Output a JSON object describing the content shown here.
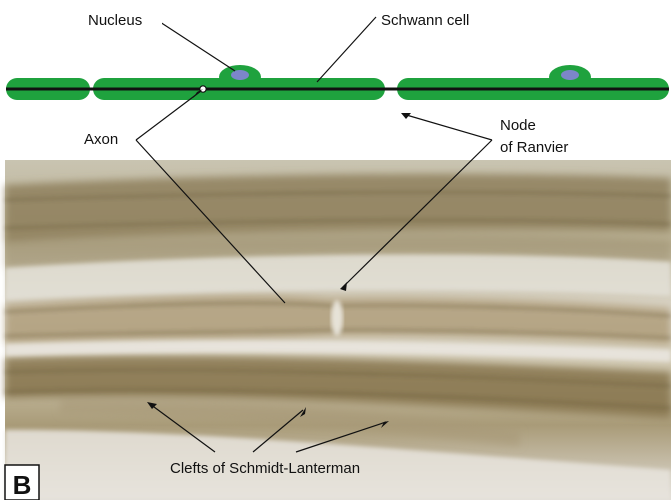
{
  "panel_label": "B",
  "labels": {
    "nucleus": "Nucleus",
    "schwann_cell": "Schwann cell",
    "axon": "Axon",
    "node_line1": "Node",
    "node_line2": "of Ranvier",
    "clefts": "Clefts of Schmidt-Lanterman"
  },
  "colors": {
    "schwann_green": "#1fa23e",
    "axon_black": "#111111",
    "nucleus_purple": "#7c86c9",
    "micrograph_base": "#cfcbbd",
    "fiber_brown": "#8a7a55"
  }
}
